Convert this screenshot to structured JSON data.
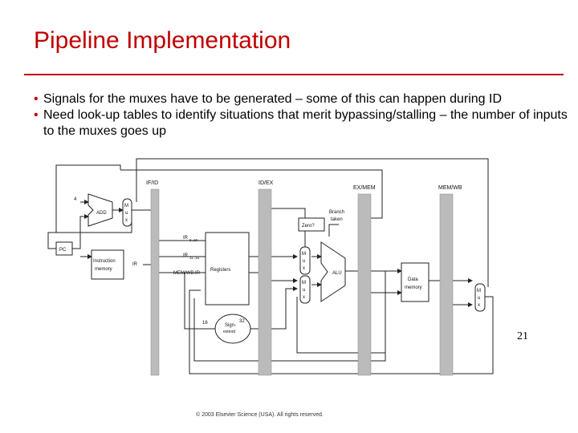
{
  "slide": {
    "title": "Pipeline Implementation",
    "bullets": [
      "Signals for the muxes have to be generated – some of this can happen during ID",
      "Need look-up tables to identify situations that merit bypassing/stalling – the number of inputs to the muxes goes up"
    ],
    "page_number": "21",
    "copyright": "© 2003 Elsevier Science (USA). All rights reserved."
  },
  "diagram": {
    "registers": {
      "ifid": "IF/ID",
      "idex": "ID/EX",
      "exmem": "EX/MEM",
      "memwb": "MEM/WB"
    },
    "blocks": {
      "add": "ADD",
      "pc": "PC",
      "instr_line1": "Instruction",
      "instr_line2": "memory",
      "ir": "IR",
      "registers": "Registers",
      "alu": "ALU",
      "data_line1": "Data",
      "data_line2": "memory",
      "sign_line1": "Sign-",
      "sign_line2": "extend",
      "zero": "Zero?",
      "branch_line1": "Branch",
      "branch_line2": "taken"
    },
    "mux_letters": [
      "M",
      "u",
      "x"
    ],
    "labels": {
      "four": "4",
      "ir610_main": "IR",
      "ir610_sub": "6..10",
      "ir1115_main": "IR",
      "ir1115_sub": "11..15",
      "memwbir": "MEM/WB.IR",
      "sixteen": "16",
      "thirtytwo": "32"
    }
  }
}
